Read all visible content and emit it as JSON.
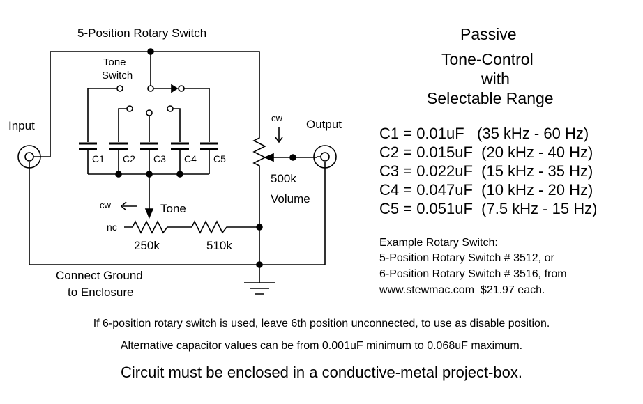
{
  "diagram": {
    "switch_title": "5-Position Rotary Switch",
    "tone_switch_line1": "Tone",
    "tone_switch_line2": "Switch",
    "input_label": "Input",
    "output_label": "Output",
    "cw_top": "cw",
    "cw_left": "cw",
    "volume_value": "500k",
    "volume_label": "Volume",
    "tone_label": "Tone",
    "nc_label": "nc",
    "pot_tone_value": "250k",
    "resistor_value": "510k",
    "ground_line1": "Connect Ground",
    "ground_line2": "to Enclosure",
    "capacitors": [
      "C1",
      "C2",
      "C3",
      "C4",
      "C5"
    ]
  },
  "title": {
    "line1": "Passive",
    "line2": "Tone-Control",
    "line3": "with",
    "line4": "Selectable Range"
  },
  "capacitor_values": [
    "C1 = 0.01uF   (35 kHz - 60 Hz)",
    "C2 = 0.015uF  (20 kHz - 40 Hz)",
    "C3 = 0.022uF  (15 kHz - 35 Hz)",
    "C4 = 0.047uF  (10 kHz - 20 Hz)",
    "C5 = 0.051uF  (7.5 kHz - 15 Hz)"
  ],
  "example": {
    "line1": "Example Rotary Switch:",
    "line2": "5-Position Rotary Switch # 3512, or",
    "line3": "6-Position Rotary Switch # 3516, from",
    "line4": "www.stewmac.com  $21.97 each."
  },
  "footer": {
    "line1": "If 6-position rotary switch is used, leave 6th position unconnected, to use as disable position.",
    "line2": "Alternative capacitor values can be from 0.001uF minimum to 0.068uF maximum.",
    "line3": "Circuit must be enclosed in a conductive-metal project-box."
  }
}
